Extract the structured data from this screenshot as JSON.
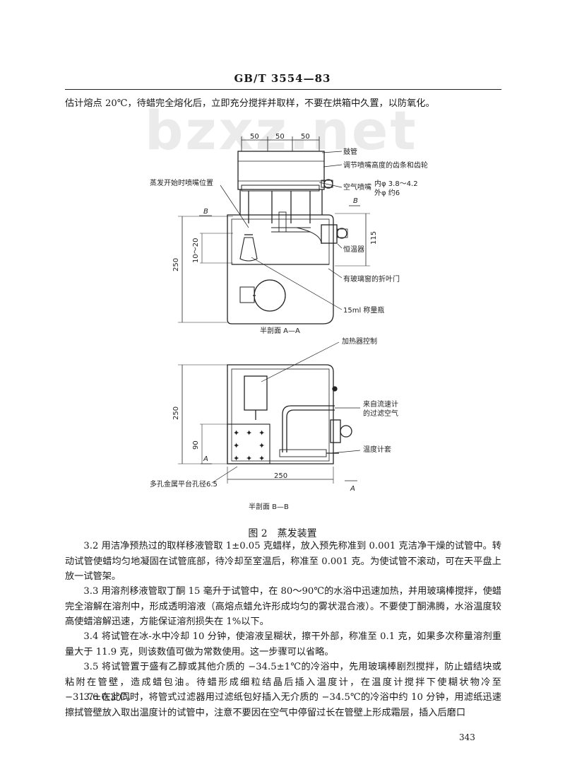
{
  "header": {
    "standard": "GB/T 3554—83"
  },
  "watermark": "bzxz.net",
  "intro_text": "估计熔点 20℃，待蜡完全熔化后，立即充分搅拌并取样，不要在烘箱中久置，以防氧化。",
  "figure": {
    "caption": "图 2　蒸发装置",
    "top_view": {
      "dims": [
        "50",
        "50",
        "50"
      ],
      "labels": {
        "drum_tube": "鼓管",
        "rack": "调节喷嘴高度的齿条和齿轮",
        "nozzle": "空气喷嘴",
        "nozzle_inner": "内φ 3.8～4.2",
        "nozzle_outer": "外φ 约6",
        "start_pos": "蒸发开始时喷嘴位置",
        "thermostat": "恒温器",
        "door": "有玻璃窗的折叶门",
        "flask": "15ml 称量瓶",
        "section": "半剖面 A—A",
        "dim_250": "250",
        "dim_115": "115",
        "dim_10_20": "10～20",
        "mark_b": "B"
      }
    },
    "bottom_view": {
      "labels": {
        "heater": "加热器控制",
        "flowmeter": "来自流速计",
        "filtered_air": "的过滤空气",
        "thermo_sleeve": "温度计套",
        "platform": "多孔金属平台孔径6.5",
        "section": "半剖面 B—B",
        "dim_250_v": "250",
        "dim_90": "90",
        "dim_250_h": "250",
        "mark_a": "A"
      }
    }
  },
  "paragraphs": [
    {
      "num": "3.2",
      "text": "用洁净预热过的取样移液管取 1±0.05 克蜡样，放入预先称准到 0.001 克洁净干燥的试管中。转动试管使蜡均匀地凝固在试管底部，待冷却至室温后，称准至 0.001 克。为使试管不滚动，可在天平盘上放一试管架。"
    },
    {
      "num": "3.3",
      "text": "用溶剂移液管取丁酮 15 毫升于试管中，在 80～90℃的水浴中迅速加热，并用玻璃棒搅拌，使蜡完全溶解在溶剂中，形成透明溶液（高熔点蜡允许形成均匀的雾状混合液）。不要使丁酮沸腾，水浴温度较高使蜡溶解迅速，方能保证溶剂损失在 1%以下。"
    },
    {
      "num": "3.4",
      "text": "将试管在冰-水中冷却 10 分钟，使溶液呈糊状，擦干外部，称准至 0.1 克，如果多次称量溶剂重量大于 11.9 克，则该数值可做为常数使用。这一步骤可以省略。"
    },
    {
      "num": "3.5",
      "text": "将试管置于盛有乙醇或其他介质的 −34.5±1℃的冷浴中，先用玻璃棒剧烈搅拌，防止蜡结块或粘附在管壁，造成蜡包油。待蜡形成细粒结晶后插入温度计，在温度计搅拌下使糊状物冷至 −31.7±0.3℃。"
    },
    {
      "num": "3.6",
      "text": "在此同时，将管式过滤器用过滤纸包好插入无介质的 −34.5℃的冷浴中约 10 分钟，用滤纸迅速擦拭管壁放入取出温度计的试管中，注意不要因在空气中停留过长在管壁上形成霜层，插入后磨口"
    }
  ],
  "page_number": "343"
}
